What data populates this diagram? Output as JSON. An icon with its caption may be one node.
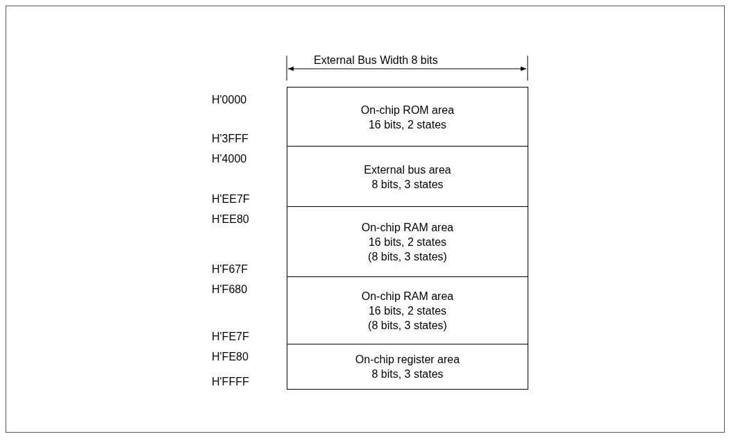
{
  "diagram": {
    "nodes": [
      {
        "text": [
          "On-chip ROM area",
          "16 bits, 2 states"
        ],
        "beside": [
          "H'0000",
          "H'3FFF"
        ]
      },
      {
        "text": [
          "External bus area",
          "8 bits, 3 states"
        ],
        "beside": [
          "H'4000",
          "H'EE7F"
        ]
      },
      {
        "text": [
          "On-chip RAM area",
          "16 bits, 2 states",
          "(8 bits, 3 states)"
        ],
        "beside": [
          "H'EE80",
          "H'F67F"
        ]
      },
      {
        "text": [
          "On-chip RAM area",
          "16 bits, 2 states",
          "(8 bits, 3 states)"
        ],
        "beside": [
          "H'F680",
          "H'FE7F"
        ]
      },
      {
        "text": [
          "On-chip register area",
          "8 bits, 3 states"
        ],
        "beside": [
          "H'FE80",
          "H'FFFF"
        ]
      }
    ],
    "labels": [
      "External Bus Width 8 bits"
    ]
  }
}
